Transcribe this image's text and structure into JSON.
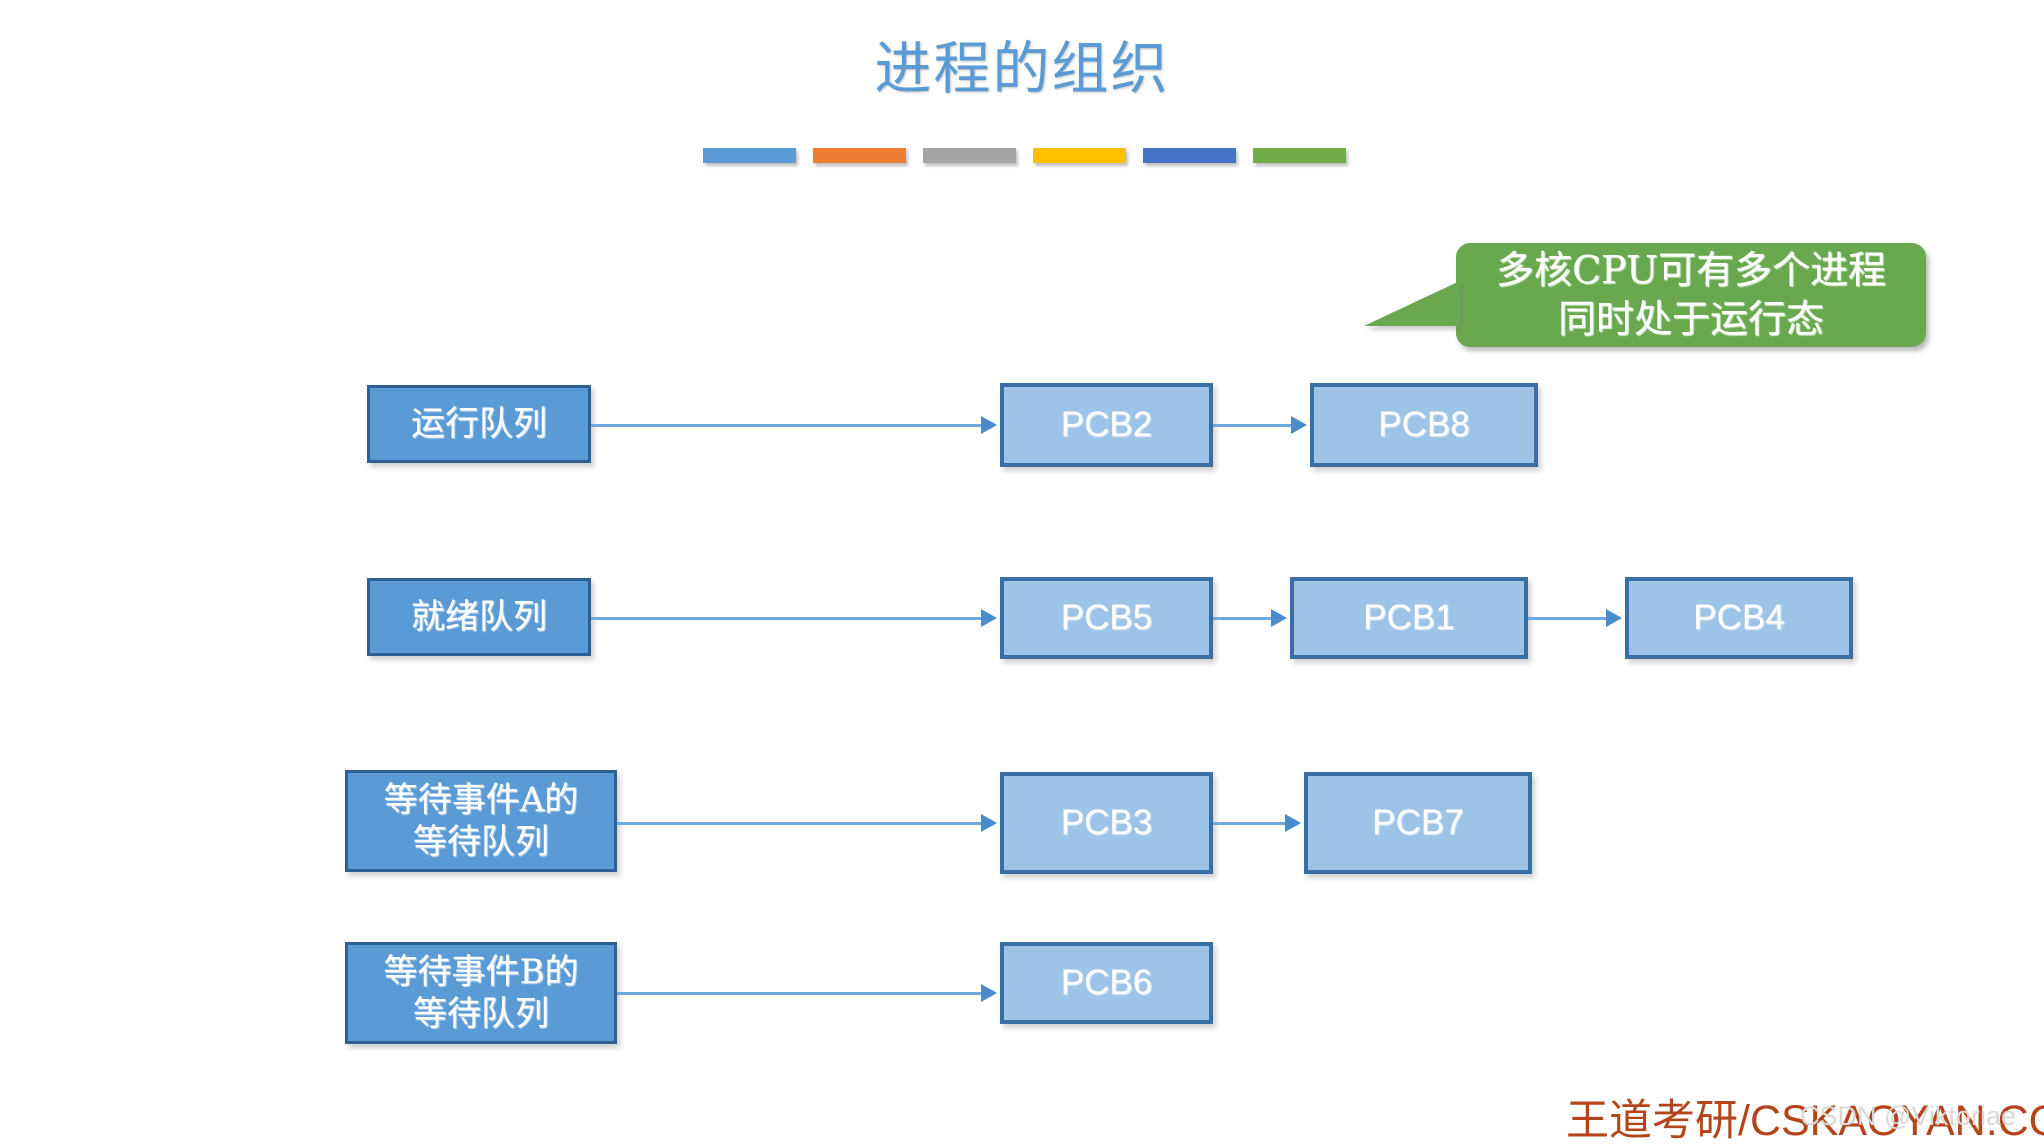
{
  "slide": {
    "title": "进程的组织",
    "title_color": "#5b9bd5",
    "background": "#ffffff"
  },
  "accent_bars": [
    {
      "name": "bar-blue",
      "color": "#5b9bd5"
    },
    {
      "name": "bar-orange",
      "color": "#ed7d31"
    },
    {
      "name": "bar-gray",
      "color": "#a5a5a5"
    },
    {
      "name": "bar-yellow",
      "color": "#ffc000"
    },
    {
      "name": "bar-darkblue",
      "color": "#4472c4"
    },
    {
      "name": "bar-green",
      "color": "#70ad47"
    }
  ],
  "callout": {
    "line1": "多核CPU可有多个进程",
    "line2": "同时处于运行态",
    "color": "#6aa84f",
    "text_color": "#ffffff"
  },
  "colors": {
    "queue_fill": "#5b9bd5",
    "queue_border": "#2f6093",
    "pcb_fill": "#9dc3e6",
    "pcb_border": "#3a6fa5",
    "connector": "#6ea8dc",
    "arrow": "#4a8bc9"
  },
  "rows": [
    {
      "queue": {
        "label": "运行队列",
        "lines": [
          "运行队列"
        ]
      },
      "pcbs": [
        "PCB2",
        "PCB8"
      ]
    },
    {
      "queue": {
        "label": "就绪队列",
        "lines": [
          "就绪队列"
        ]
      },
      "pcbs": [
        "PCB5",
        "PCB1",
        "PCB4"
      ]
    },
    {
      "queue": {
        "label": "等待事件A的等待队列",
        "lines": [
          "等待事件A的",
          "等待队列"
        ]
      },
      "pcbs": [
        "PCB3",
        "PCB7"
      ]
    },
    {
      "queue": {
        "label": "等待事件B的等待队列",
        "lines": [
          "等待事件B的",
          "等待队列"
        ]
      },
      "pcbs": [
        "PCB6"
      ]
    }
  ],
  "watermark": {
    "brand": "王道考研/CSKAOYAN.COM",
    "brand_color": "#b4451a",
    "csdn": "CSDN @Viktoriae"
  }
}
